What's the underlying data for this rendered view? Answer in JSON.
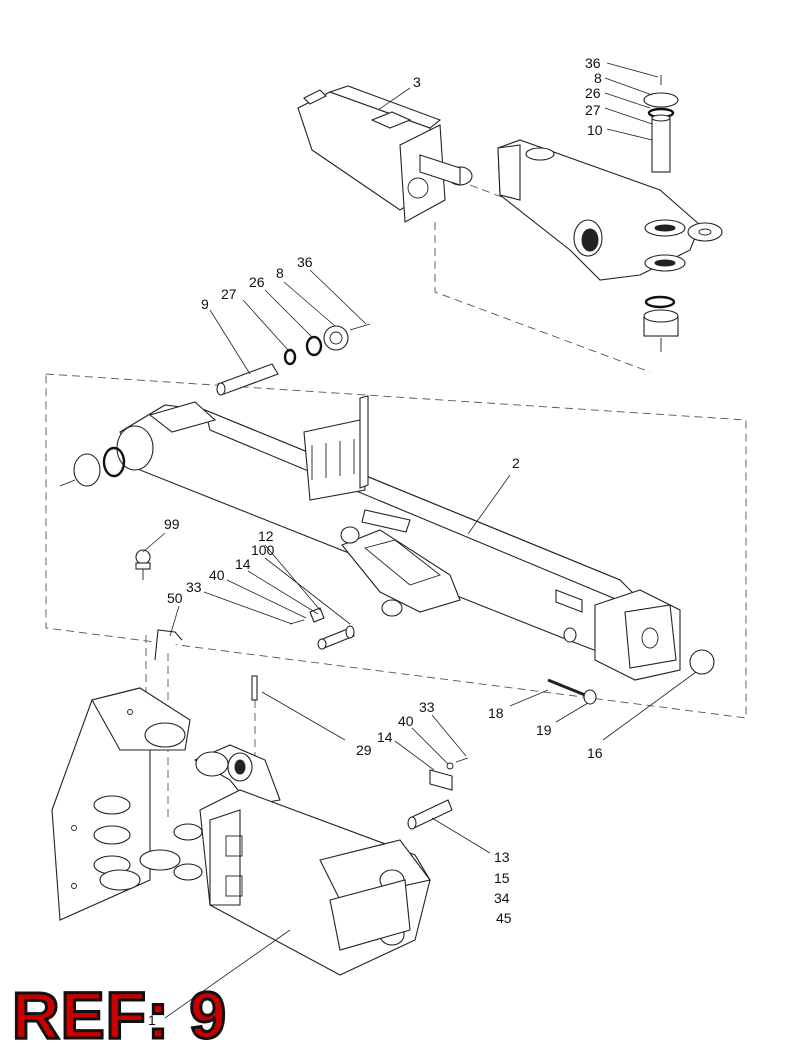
{
  "callouts": {
    "c3": "3",
    "c36a": "36",
    "c8a": "8",
    "c26a": "26",
    "c27a": "27",
    "c10": "10",
    "c9": "9",
    "c27b": "27",
    "c26b": "26",
    "c8b": "8",
    "c36b": "36",
    "c2": "2",
    "c99": "99",
    "c12": "12",
    "c100": "100",
    "c14a": "14",
    "c40a": "40",
    "c33a": "33",
    "c50": "50",
    "c18": "18",
    "c19": "19",
    "c16": "16",
    "c29": "29",
    "c33b": "33",
    "c40b": "40",
    "c14b": "14",
    "c13": "13",
    "c15": "15",
    "c34": "34",
    "c45": "45",
    "c1": "1"
  },
  "reference_badge": "REF: 9"
}
